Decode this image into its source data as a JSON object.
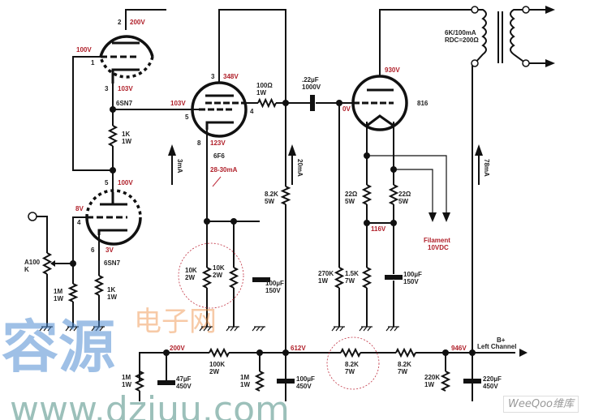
{
  "tubes": {
    "v1a": {
      "type": "6SN7",
      "pin_plate": "2",
      "v_plate": "200V",
      "pin_grid": "1",
      "v_grid": "100V",
      "pin_cathode": "3",
      "v_cathode": "103V"
    },
    "v1b": {
      "type": "6SN7",
      "pin_plate": "5",
      "v_plate": "100V",
      "pin_grid": "4",
      "v_grid": "8V",
      "pin_cathode": "6",
      "v_cathode": "3V"
    },
    "v2": {
      "type": "6F6",
      "pin_plate": "3",
      "v_plate": "348V",
      "pin_grid": "5",
      "v_grid": "103V",
      "pin_screen": "4",
      "pin_cathode": "8",
      "v_cathode": "123V",
      "current": "28-30mA"
    },
    "v3": {
      "type": "816",
      "v_plate": "930V",
      "v_grid": "0V",
      "v_cathode": "116V"
    }
  },
  "components": {
    "r_1k_mid": [
      "1K",
      "1W"
    ],
    "r_1k_cath": [
      "1K",
      "1W"
    ],
    "r_1m_grid": [
      "1M",
      "1W"
    ],
    "pot": [
      "A100",
      "K"
    ],
    "r_100ohm": [
      "100Ω",
      "1W"
    ],
    "r_10k_a": [
      "10K",
      "2W"
    ],
    "r_10k_b": [
      "10K",
      "2W"
    ],
    "c_100u_150_a": [
      "100µF",
      "150V"
    ],
    "r_8k2_5w": [
      "8.2K",
      "5W"
    ],
    "c_coupling": [
      ".22µF",
      "1000V"
    ],
    "r_270k": [
      "270K",
      "1W"
    ],
    "r_22_a": [
      "22Ω",
      "5W"
    ],
    "r_22_b": [
      "22Ω",
      "5W"
    ],
    "r_1k5": [
      "1.5K",
      "7W"
    ],
    "c_100u_150_b": [
      "100µF",
      "150V"
    ],
    "transformer": [
      "6K/100mA",
      "RDC=200Ω"
    ],
    "r_100k": [
      "100K",
      "2W"
    ],
    "r_1m_a": [
      "1M",
      "1W"
    ],
    "c_47u": [
      "47µF",
      "450V"
    ],
    "r_1m_b": [
      "1M",
      "1W"
    ],
    "c_100u_450": [
      "100µF",
      "450V"
    ],
    "r_8k2_a": [
      "8.2K",
      "7W"
    ],
    "r_8k2_b": [
      "8.2K",
      "7W"
    ],
    "r_220k": [
      "220K",
      "1W"
    ],
    "c_220u": [
      "220µF",
      "450V"
    ]
  },
  "currents": {
    "v1": "3mA",
    "v2_screen": "20mA",
    "v3": "78mA"
  },
  "nodes": {
    "v200": "200V",
    "v612": "612V",
    "v946": "946V"
  },
  "filament": [
    "Filament",
    "10VDC"
  ],
  "bplus": [
    "B+",
    "Left Channel"
  ],
  "watermarks": {
    "cn": "容源",
    "cn2": "电子网",
    "url": "www.dziuu.com",
    "weeqoo": "WeeQoo维库"
  },
  "colors": {
    "wire": "#111111",
    "voltage": "#b0202a",
    "highlight": "#c03040"
  }
}
